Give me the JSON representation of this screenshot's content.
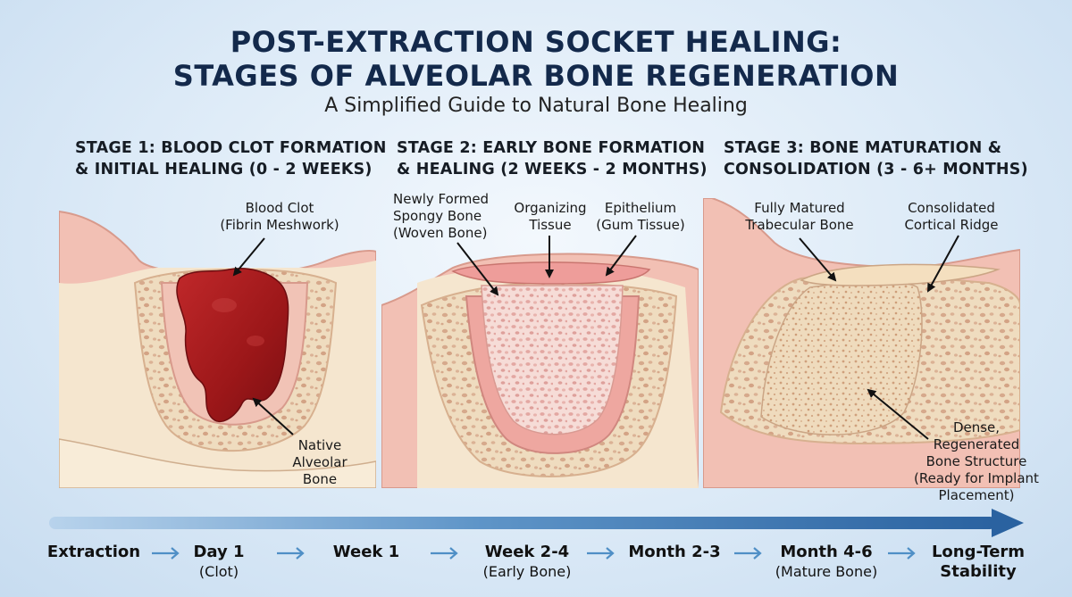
{
  "header": {
    "title_line1": "POST-EXTRACTION SOCKET HEALING:",
    "title_line2": "STAGES OF ALVEOLAR BONE REGENERATION",
    "subtitle": "A Simplified Guide to Natural Bone Healing"
  },
  "stages": [
    {
      "title_line1": "STAGE 1: BLOOD CLOT FORMATION",
      "title_line2": "& INITIAL HEALING (0 - 2 WEEKS)",
      "labels": {
        "clot_l1": "Blood Clot",
        "clot_l2": "(Fibrin Meshwork)",
        "native_l1": "Native",
        "native_l2": "Alveolar",
        "native_l3": "Bone"
      }
    },
    {
      "title_line1": "STAGE 2: EARLY BONE FORMATION",
      "title_line2": "& HEALING (2 WEEKS - 2 MONTHS)",
      "labels": {
        "spongy_l1": "Newly Formed",
        "spongy_l2": "Spongy Bone",
        "spongy_l3": "(Woven Bone)",
        "organizing_l1": "Organizing",
        "organizing_l2": "Tissue",
        "epithelium_l1": "Epithelium",
        "epithelium_l2": "(Gum Tissue)"
      }
    },
    {
      "title_line1": "STAGE 3: BONE MATURATION &",
      "title_line2": "CONSOLIDATION (3 - 6+ MONTHS)",
      "labels": {
        "trabecular_l1": "Fully Matured",
        "trabecular_l2": "Trabecular Bone",
        "cortical_l1": "Consolidated",
        "cortical_l2": "Cortical Ridge",
        "dense_l1": "Dense,",
        "dense_l2": "Regenerated",
        "dense_l3": "Bone Structure",
        "dense_l4": "(Ready for Implant",
        "dense_l5": "Placement)"
      }
    }
  ],
  "timeline": [
    {
      "main": "Extraction",
      "sub": ""
    },
    {
      "main": "Day 1",
      "sub": "(Clot)"
    },
    {
      "main": "Week 1",
      "sub": ""
    },
    {
      "main": "Week 2-4",
      "sub": "(Early Bone)"
    },
    {
      "main": "Month 2-3",
      "sub": ""
    },
    {
      "main": "Month 4-6",
      "sub": "(Mature Bone)"
    },
    {
      "main": "Long-Term",
      "sub": "Stability"
    }
  ],
  "colors": {
    "title": "#13294b",
    "gum": "#f2c0b4",
    "bone": "#efdcbf",
    "clot": "#a11b1d",
    "timeline": "#2f6ea8"
  }
}
